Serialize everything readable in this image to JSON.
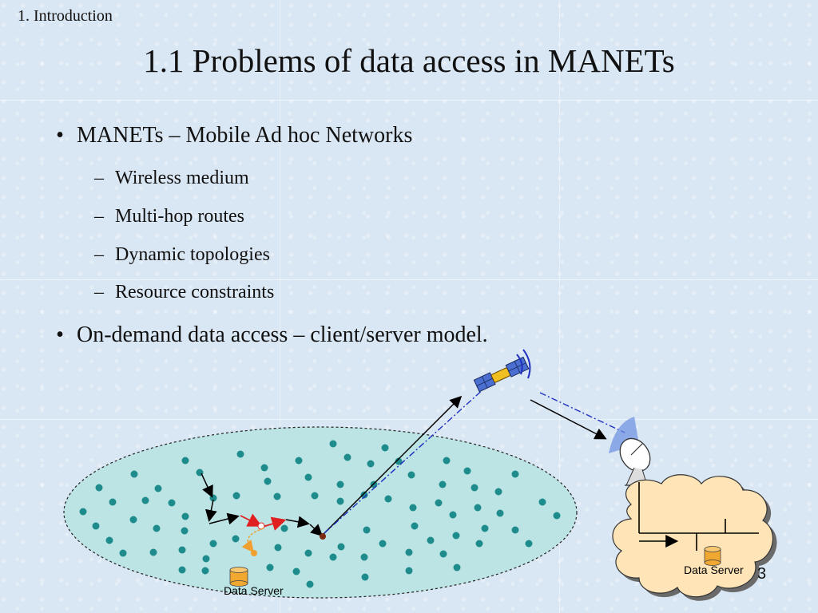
{
  "header": {
    "section_label": "1. Introduction",
    "title": "1.1 Problems of data access in MANETs"
  },
  "content": {
    "bullets": [
      {
        "text": "MANETs – Mobile Ad hoc Networks",
        "subitems": [
          "Wireless medium",
          "Multi-hop routes",
          "Dynamic topologies",
          "Resource constraints"
        ]
      },
      {
        "text": "On-demand data access – client/server model.",
        "subitems": []
      }
    ]
  },
  "diagram": {
    "local_server_label": "Data Server",
    "remote_server_label": "Data Server",
    "satellite_icon": "satellite-icon",
    "dish_icon": "satellite-dish-icon",
    "database_icon": "database-cylinder-icon",
    "colors": {
      "network_fill": "#bde4e4",
      "node": "#1e8c8c",
      "route_red": "#e02020",
      "route_blue": "#2030c0",
      "cloud_fill": "#ffe4b8"
    }
  },
  "footer": {
    "slide_number": "3"
  }
}
